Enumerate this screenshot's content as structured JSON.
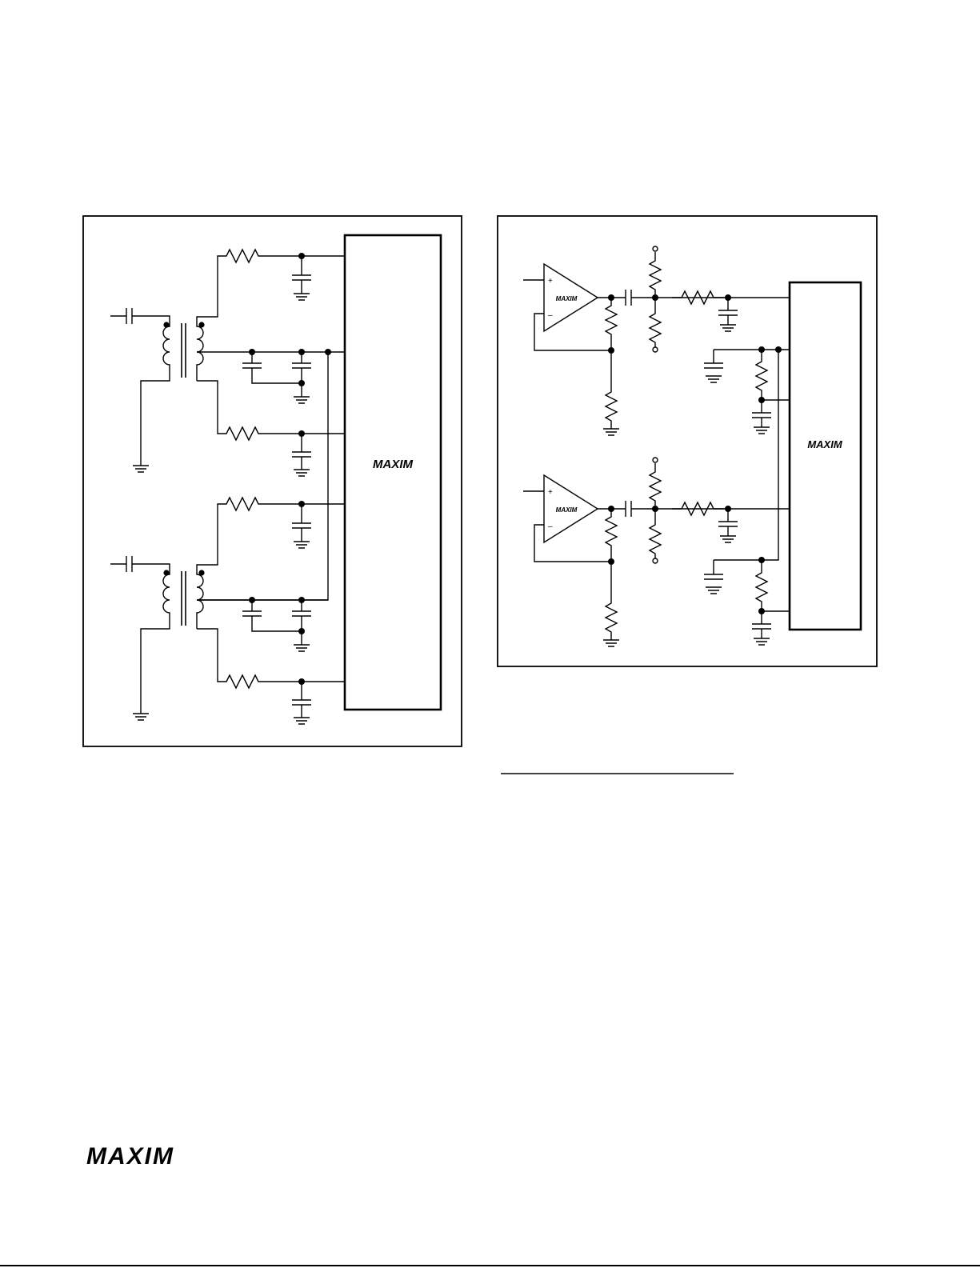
{
  "brand": {
    "logo_text": "MAXIM",
    "ink_color": "#000000"
  },
  "left_diagram": {
    "ic_label": "MAXIM"
  },
  "right_diagram": {
    "ic_label": "MAXIM",
    "opamp_labels": [
      "MAXIM",
      "MAXIM"
    ],
    "opamp_plus": "+",
    "opamp_minus": "–"
  }
}
